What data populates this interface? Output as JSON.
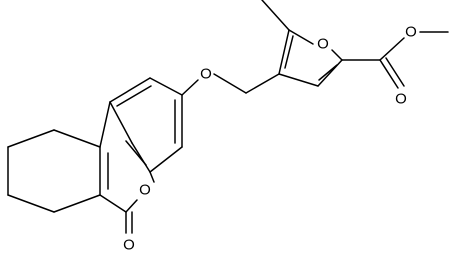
{
  "molecule": {
    "atom_labels": {
      "o_ether": "O",
      "o_furan": "O",
      "o_ester_carbonyl": "O",
      "o_ester_single": "O",
      "o_lactone_ring": "O",
      "o_lactone_carbonyl": "O"
    }
  },
  "colors": {
    "bond": "#000000",
    "text": "#000000",
    "background": "#ffffff"
  }
}
